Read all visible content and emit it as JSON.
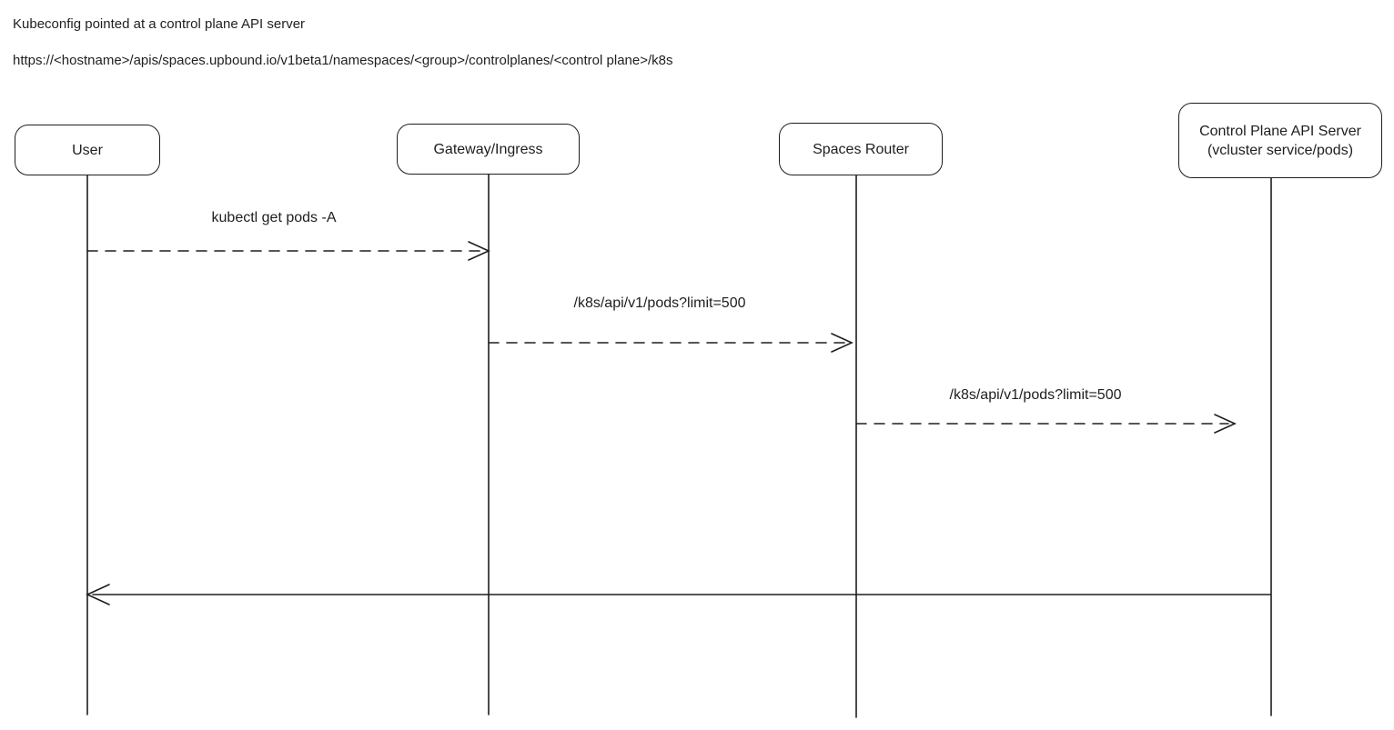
{
  "header": {
    "title": "Kubeconfig pointed at a control plane API server",
    "url": "https://<hostname>/apis/spaces.upbound.io/v1beta1/namespaces/<group>/controlplanes/<control plane>/k8s"
  },
  "actors": [
    {
      "label": "User"
    },
    {
      "label": "Gateway/Ingress"
    },
    {
      "label": "Spaces Router"
    },
    {
      "label": "Control Plane API Server",
      "sublabel": "(vcluster service/pods)"
    }
  ],
  "messages": [
    {
      "label": "kubectl get pods -A",
      "from": "User",
      "to": "Gateway/Ingress",
      "style": "dashed"
    },
    {
      "label": "/k8s/api/v1/pods?limit=500",
      "from": "Gateway/Ingress",
      "to": "Spaces Router",
      "style": "dashed"
    },
    {
      "label": "/k8s/api/v1/pods?limit=500",
      "from": "Spaces Router",
      "to": "Control Plane API Server",
      "style": "dashed"
    },
    {
      "label": "",
      "from": "Control Plane API Server",
      "to": "User",
      "style": "solid"
    }
  ],
  "colors": {
    "stroke": "#1e1e1e",
    "background": "#ffffff"
  }
}
